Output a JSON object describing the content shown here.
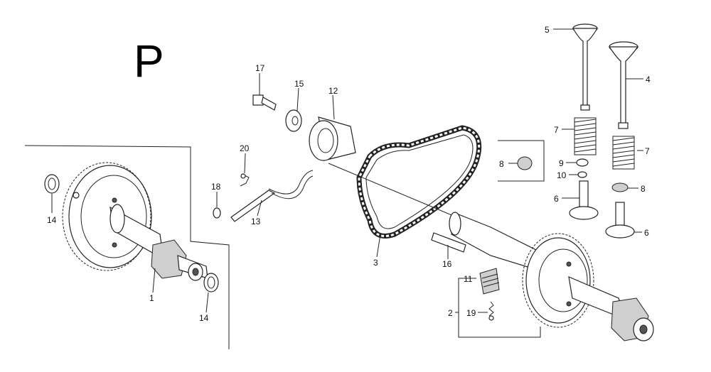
{
  "diagram": {
    "section_letter": "P",
    "callouts": [
      "1",
      "2",
      "3",
      "4",
      "5",
      "6",
      "6",
      "7",
      "7",
      "8",
      "8",
      "9",
      "10",
      "11",
      "12",
      "13",
      "14",
      "14",
      "15",
      "16",
      "17",
      "18",
      "19",
      "20"
    ]
  }
}
